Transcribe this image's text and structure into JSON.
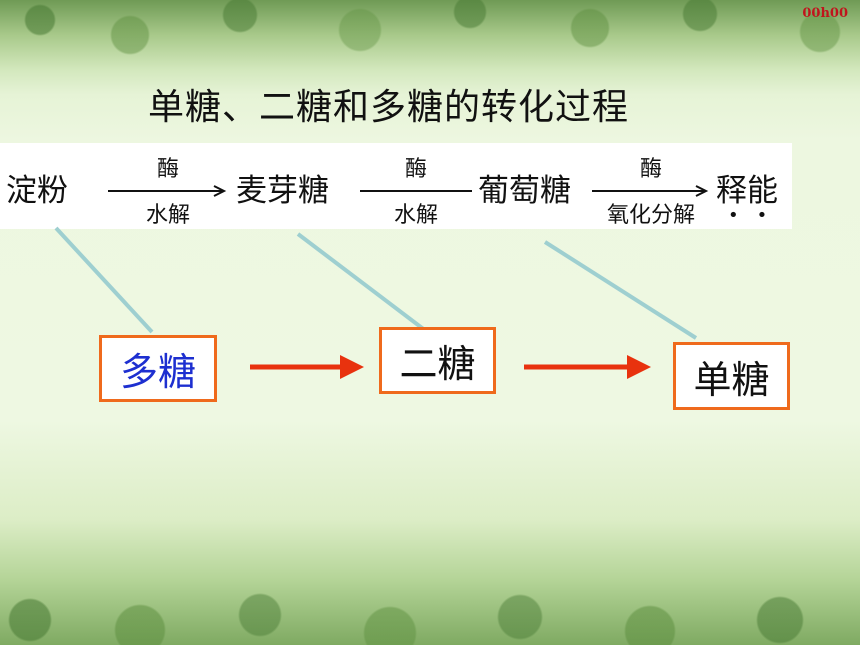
{
  "timer": "00h00",
  "title": "单糖、二糖和多糖的转化过程",
  "flow": {
    "nodes": [
      "淀粉",
      "麦芽糖",
      "葡萄糖",
      "释能"
    ],
    "steps": [
      {
        "enzyme": "酶",
        "condition": "水解"
      },
      {
        "enzyme": "酶",
        "condition": "水解"
      },
      {
        "enzyme": "酶",
        "condition": "氧化分解"
      }
    ]
  },
  "categories": {
    "poly": "多糖",
    "di": "二糖",
    "mono": "单糖"
  },
  "colors": {
    "box_border": "#ef6a1c",
    "arrow": "#e8320e",
    "connector": "#9ecfd0",
    "poly_text": "#1d2fd0",
    "timer": "#c0141c"
  }
}
